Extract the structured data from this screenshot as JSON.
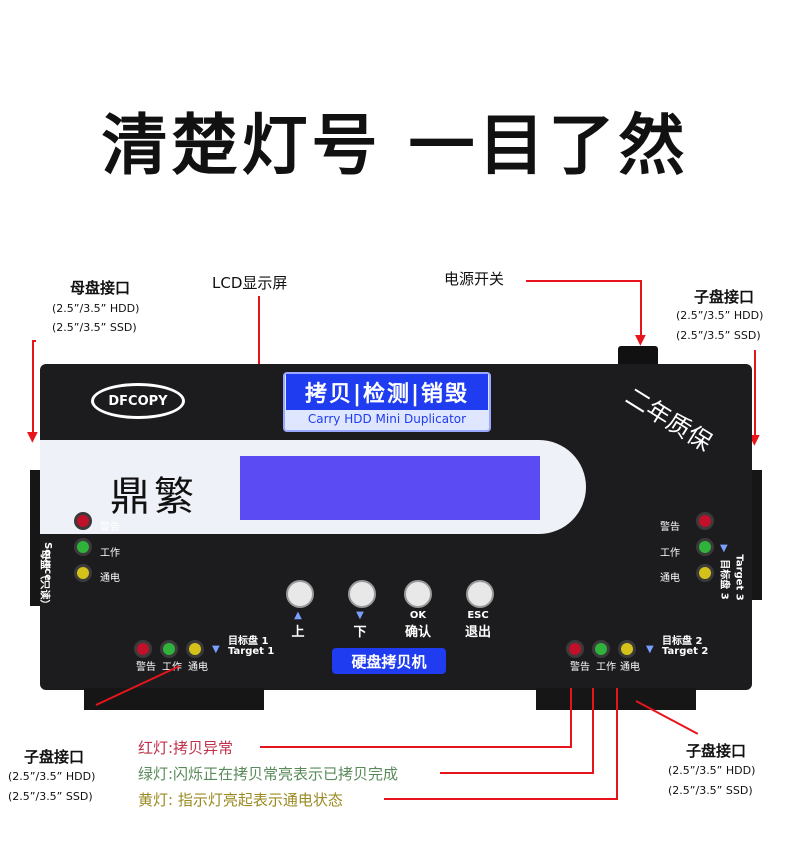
{
  "headline": "清楚灯号  一目了然",
  "labels": {
    "source_port": "母盘接口",
    "source_spec1": "(2.5”/3.5” HDD)",
    "source_spec2": "(2.5”/3.5” SSD)",
    "lcd": "LCD显示屏",
    "power": "电源开关",
    "sub_port": "子盘接口",
    "sub_spec1": "(2.5”/3.5” HDD)",
    "sub_spec2": "(2.5”/3.5” SSD)"
  },
  "device": {
    "logo": "DFCOPY",
    "brand_title": "拷贝|检测|销毁",
    "brand_sub": "Carry HDD Mini Duplicator",
    "warranty": "二年质保",
    "cn_name": "鼎繁",
    "led_labels": [
      "警告",
      "工作",
      "通电"
    ],
    "source_label": "母盘（只读）",
    "source_label_en": "Source",
    "target1": "目标盘 1",
    "target1_en": "Target 1",
    "target2": "目标盘 2",
    "target2_en": "Target 2",
    "target3": "目标盘 3",
    "target3_en": "Target 3",
    "buttons": [
      {
        "sym": "▲",
        "label": "上"
      },
      {
        "sym": "▼",
        "label": "下"
      },
      {
        "sym": "OK",
        "label": "确认"
      },
      {
        "sym": "ESC",
        "label": "退出"
      }
    ],
    "hdd_label": "硬盘拷贝机"
  },
  "legend": {
    "red": "红灯:拷贝异常",
    "green": "绿灯:闪烁正在拷贝常亮表示已拷贝完成",
    "yellow": "黄灯: 指示灯亮起表示通电状态"
  },
  "colors": {
    "red_text": "#c0304a",
    "green_text": "#5a8a5a",
    "yellow_text": "#9a8a20",
    "arrow": "#e8141c",
    "brand_blue": "#1f3cf0",
    "lcd": "#5b4bf2"
  }
}
